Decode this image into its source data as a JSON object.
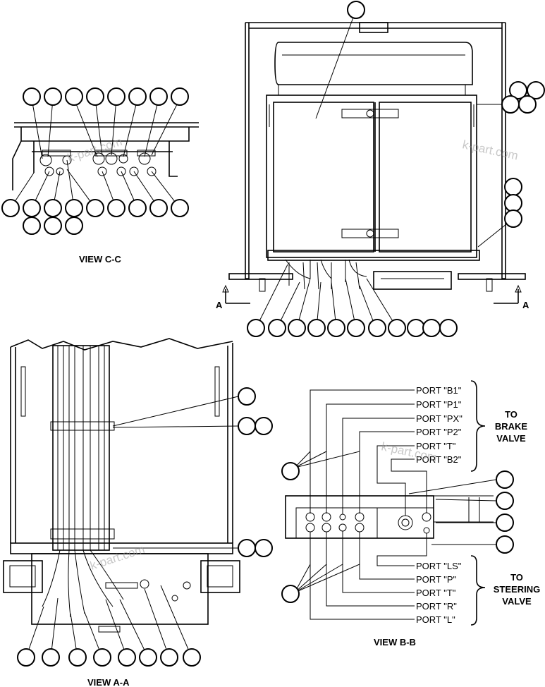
{
  "views": {
    "view_cc": "VIEW C-C",
    "view_aa": "VIEW A-A",
    "view_bb": "VIEW B-B"
  },
  "section_marks": {
    "left": "A",
    "right": "A"
  },
  "ports_brake": [
    "PORT \"B1\"",
    "PORT \"P1\"",
    "PORT \"PX\"",
    "PORT \"P2\"",
    "PORT \"T\"",
    "PORT \"B2\""
  ],
  "ports_steering": [
    "PORT \"LS\"",
    "PORT \"P\"",
    "PORT \"T\"",
    "PORT \"R\"",
    "PORT \"L\""
  ],
  "groups": {
    "brake_1": "TO",
    "brake_2": "BRAKE",
    "brake_3": "VALVE",
    "steer_1": "TO",
    "steer_2": "STEERING",
    "steer_3": "VALVE"
  },
  "watermark": "k-part.com"
}
